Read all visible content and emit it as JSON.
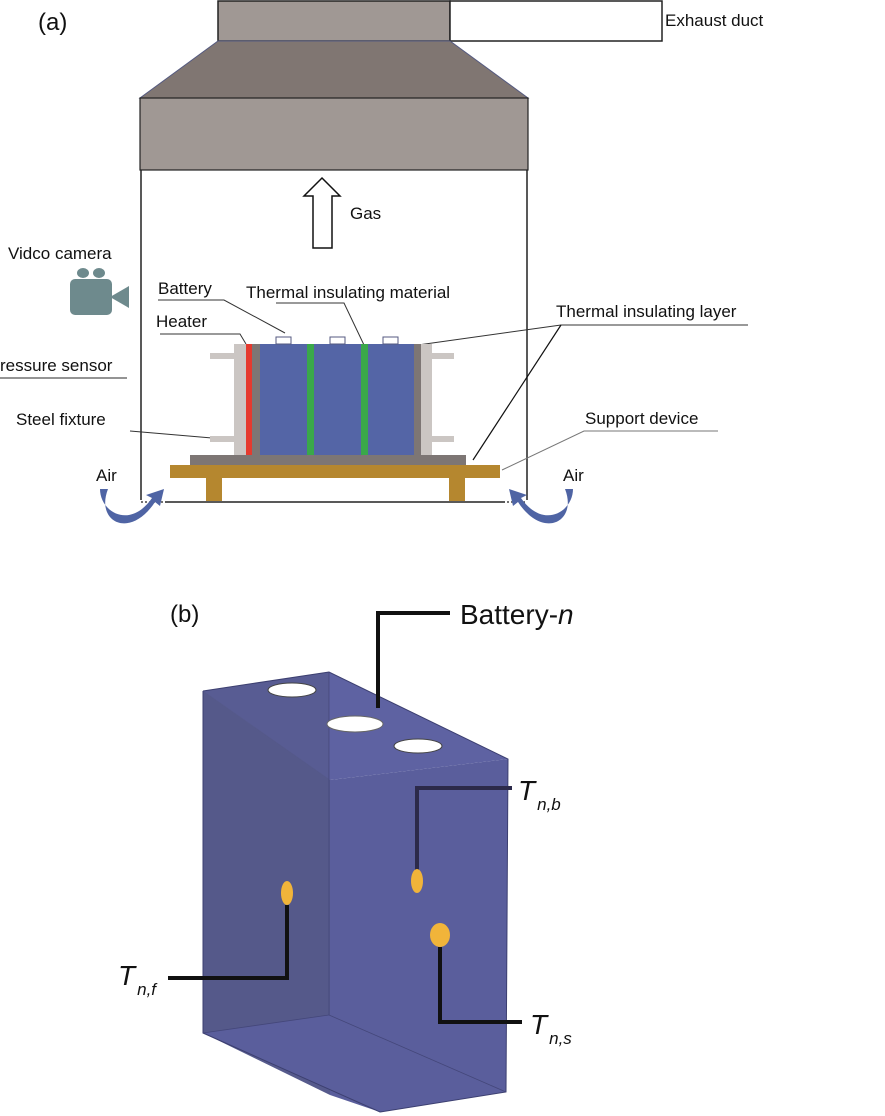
{
  "panel_a": {
    "tag": "(a)",
    "labels": {
      "exhaust_duct": "Exhaust duct",
      "gas": "Gas",
      "video_camera": "Vidco camera",
      "battery": "Battery",
      "thermal_insulating_material": "Thermal insulating material",
      "thermal_insulating_layer": "Thermal insulating layer",
      "heater": "Heater",
      "pressure_sensor": "ressure sensor",
      "steel_fixture": "Steel fixture",
      "support_device": "Support device",
      "air_left": "Air",
      "air_right": "Air"
    },
    "colors": {
      "hood_light": "#a09894",
      "hood_dark": "#807672",
      "battery": "#5465a6",
      "heater": "#e53a2e",
      "insulating_material": "#3aa84a",
      "insulating_layer": "#7d7674",
      "steel_fixture": "#cbc6c3",
      "support": "#b5872f",
      "camera": "#6e8a8d",
      "air_arrow": "#4f64a4"
    }
  },
  "panel_b": {
    "tag": "(b)",
    "labels": {
      "battery_n_main": "Battery-",
      "battery_n_italic": "n",
      "t_symbol": "T",
      "t_b_sub": "n,b",
      "t_f_sub": "n,f",
      "t_s_sub": "n,s"
    },
    "colors": {
      "front_face": "#565a8c",
      "side_face": "#5a5e9c",
      "top_face": "#5e62a2",
      "sensor": "#f1b43a"
    }
  }
}
